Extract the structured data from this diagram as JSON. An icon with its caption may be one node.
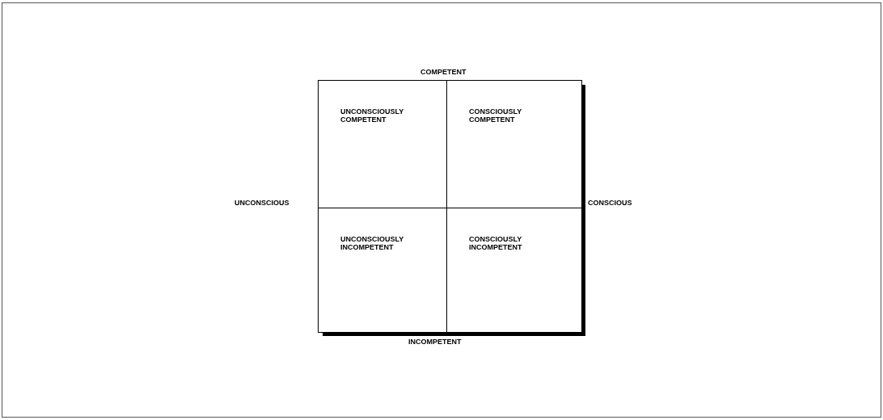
{
  "diagram": {
    "nodes": [
      {
        "text": [
          "UNCONSCIOUSLY COMPETENT"
        ]
      },
      {
        "text": [
          "CONSCIOUSLY COMPETENT"
        ]
      },
      {
        "text": [
          "UNCONSCIOUSLY INCOMPETENT"
        ]
      },
      {
        "text": [
          "CONSCIOUSLY INCOMPETENT"
        ]
      }
    ],
    "labels": [
      "COMPETENT",
      "UNCONSCIOUS",
      "CONSCIOUS",
      "INCOMPETENT"
    ]
  }
}
